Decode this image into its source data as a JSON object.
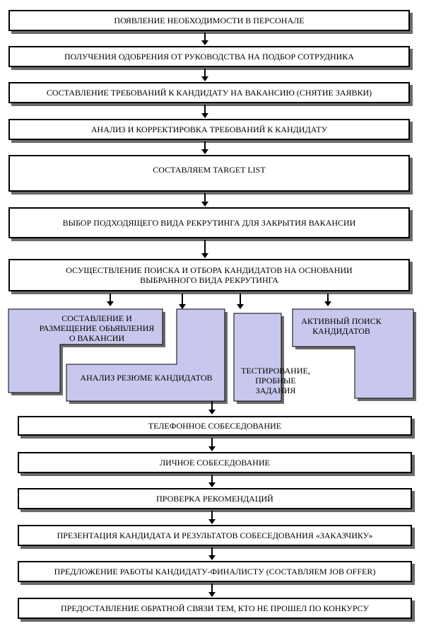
{
  "steps_top": [
    "ПОЯВЛЕНИЕ НЕОБХОДИМОСТИ В ПЕРСОНАЛЕ",
    "ПОЛУЧЕНИЯ ОДОБРЕНИЯ ОТ РУКОВОДСТВА НА ПОДБОР СОТРУДНИКА",
    "СОСТАВЛЕНИЕ ТРЕБОВАНИЙ К КАНДИДАТУ НА ВАКАНСИЮ (СНЯТИЕ ЗАЯВКИ)",
    "АНАЛИЗ И КОРРЕКТИРОВКА ТРЕБОВАНИЙ К КАНДИДАТУ",
    "СОСТАВЛЯЕМ TARGET LIST",
    "ВЫБОР ПОДХОДЯЩЕГО ВИДА РЕКРУТИНГА ДЛЯ ЗАКРЫТИЯ ВАКАНСИИ",
    "ОСУЩЕСТВЛЕНИЕ ПОИСКА И ОТБОРА КАНДИДАТОВ НА ОСНОВАНИИ ВЫБРАННОГО ВИДА РЕКРУТИНГА"
  ],
  "methods": {
    "ad": "СОСТАВЛЕНИЕ И РАЗМЕЩЕНИЕ ОБЬЯВЛЕНИЯ О ВАКАНСИИ",
    "resume": "АНАЛИЗ РЕЗЮМЕ КАНДИДАТОВ",
    "testing": "ТЕСТИРОВАНИЕ, ПРОБНЫЕ ЗАДАНИЯ",
    "active": "АКТИВНЫЙ ПОИСК КАНДИДАТОВ"
  },
  "steps_bottom": [
    "ТЕЛЕФОННОЕ СОБЕСЕДОВАНИЕ",
    "ЛИЧНОЕ СОБЕСЕДОВАНИЕ",
    "ПРОВЕРКА РЕКОМЕНДАЦИЙ",
    "ПРЕЗЕНТАЦИЯ КАНДИДАТА И РЕЗУЛЬТАТОВ СОБЕСЕДОВАНИЯ «ЗАКАЗЧИКУ»",
    "ПРЕДЛОЖЕНИЕ РАБОТЫ КАНДИДАТУ-ФИНАЛИСТУ (СОСТАВЛЯЕМ JOB OFFER)",
    "ПРЕДОСТАВЛЕНИЕ ОБРАТНОЙ СВЯЗИ ТЕМ, КТО НЕ ПРОШЕЛ ПО КОНКУРСУ"
  ],
  "colors": {
    "method_fill": "#c8c8ee",
    "shadow": "#6b6b6b",
    "border": "#000000"
  }
}
